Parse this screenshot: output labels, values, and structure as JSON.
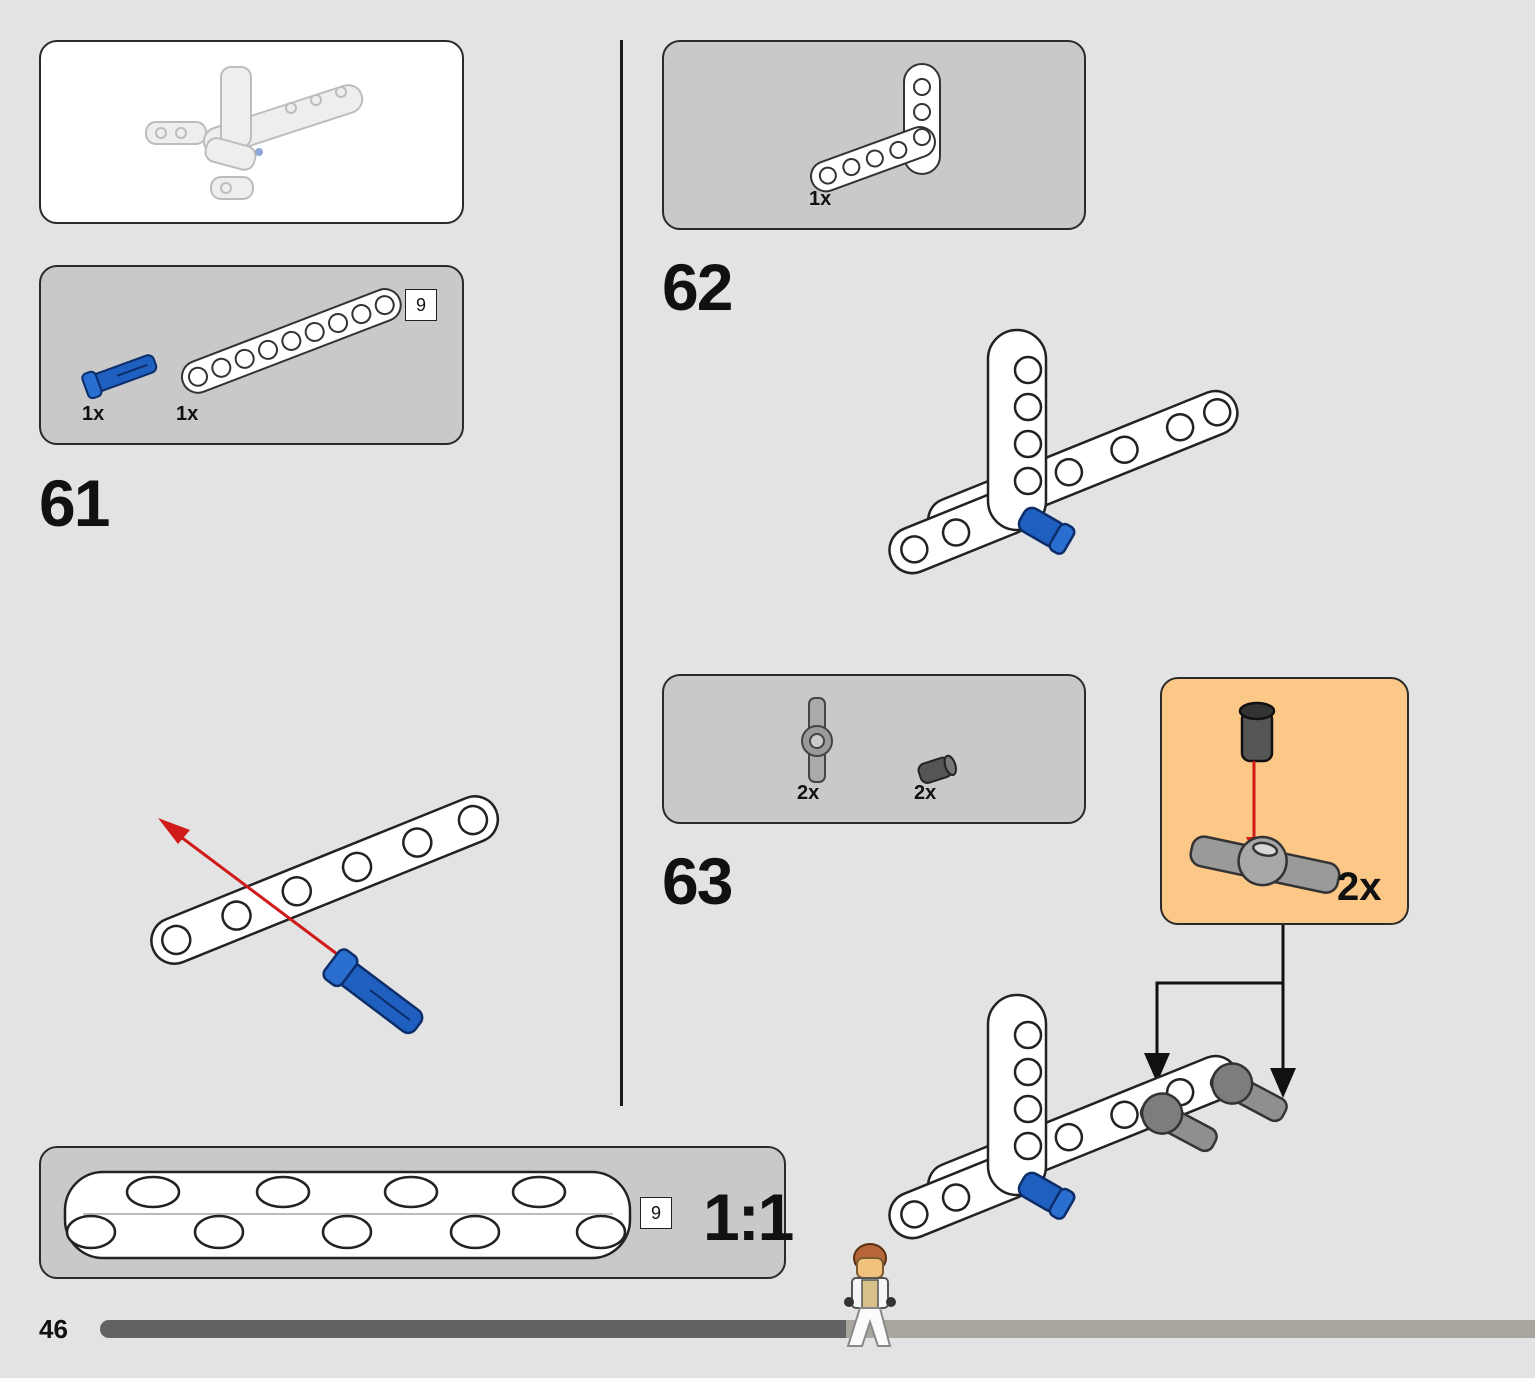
{
  "page": {
    "number": "46",
    "progress": 0.52
  },
  "overview": {
    "icon": "model-preview-icon"
  },
  "step61": {
    "number": "61",
    "parts": [
      {
        "icon": "blue-pin-icon",
        "qty": "1x"
      },
      {
        "icon": "white-beam-9-icon",
        "qty": "1x",
        "length": "9"
      }
    ]
  },
  "step62": {
    "number": "62",
    "parts": [
      {
        "icon": "white-l-beam-icon",
        "qty": "1x"
      }
    ]
  },
  "step63": {
    "number": "63",
    "parts": [
      {
        "icon": "gray-cross-connector-icon",
        "qty": "2x"
      },
      {
        "icon": "dark-gray-pin-icon",
        "qty": "2x"
      }
    ],
    "subassembly": {
      "qty": "2x"
    }
  },
  "scale_ruler": {
    "length": "9",
    "scale": "1:1"
  },
  "colors": {
    "page_bg": "#e3e3e3",
    "parts_panel": "#c9c9c9",
    "callout": "#fcc888",
    "pin_blue": "#1f5fbf",
    "arrow_red": "#d11a1a"
  }
}
